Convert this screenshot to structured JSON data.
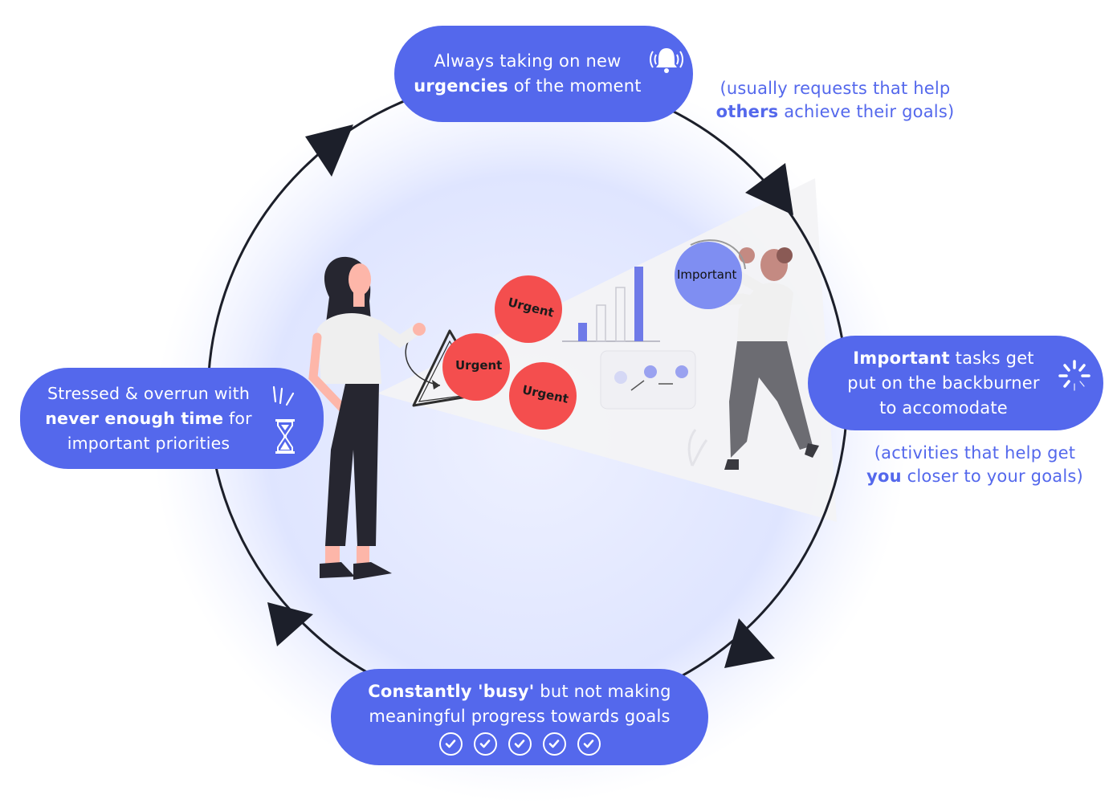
{
  "top_box": {
    "line1": "Always taking on new",
    "line2_bold": "urgencies",
    "line2_rest": " of the moment",
    "icon": "ringing-bell-icon"
  },
  "top_note": {
    "line1": "(usually requests that help",
    "line2_bold": "others",
    "line2_rest": " achieve their goals)"
  },
  "right_box": {
    "line1_bold": "Important",
    "line1_rest": " tasks get",
    "line2": "put on the backburner",
    "line3": "to accomodate",
    "icon": "loading-spinner-icon"
  },
  "right_note": {
    "line1": "(activities that help get",
    "line2_bold": "you",
    "line2_rest": " closer to your goals)"
  },
  "bottom_box": {
    "line1_bold": "Constantly 'busy'",
    "line1_rest": " but not making",
    "line2": "meaningful progress towards goals",
    "icon": "checkmark-circle-icon",
    "check_count": 5
  },
  "left_box": {
    "line1": "Stressed & overrun with",
    "line2_bold": "never enough time",
    "line2_rest": " for",
    "line3": "important priorities",
    "icon": "hourglass-icon"
  },
  "illustration": {
    "urgent_label_1": "Urgent",
    "urgent_label_2": "Urgent",
    "urgent_label_3": "Urgent",
    "important_label": "Important"
  },
  "colors": {
    "accent": "#5468ec",
    "urgent": "#f44e4e",
    "cycle_arrow": "#1c1f2a"
  }
}
